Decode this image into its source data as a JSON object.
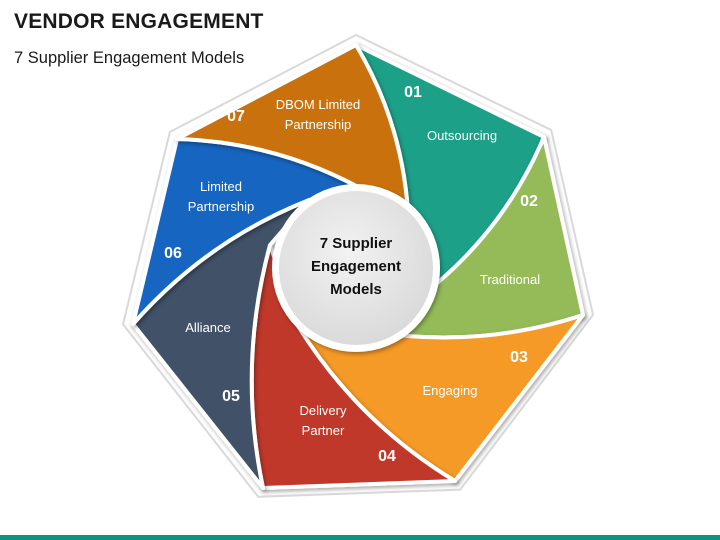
{
  "header": {
    "title": "VENDOR ENGAGEMENT",
    "subtitle": "7 Supplier Engagement Models"
  },
  "center": {
    "lines": [
      "7 Supplier",
      "Engagement",
      "Models"
    ]
  },
  "segments": [
    {
      "number": "01",
      "label_lines": [
        "Outsourcing"
      ],
      "color": "#1fa088"
    },
    {
      "number": "02",
      "label_lines": [
        "Traditional"
      ],
      "color": "#94bb59"
    },
    {
      "number": "03",
      "label_lines": [
        "Engaging"
      ],
      "color": "#f59a25"
    },
    {
      "number": "04",
      "label_lines": [
        "Delivery",
        "Partner"
      ],
      "color": "#c0392b"
    },
    {
      "number": "05",
      "label_lines": [
        "Alliance"
      ],
      "color": "#3f5168"
    },
    {
      "number": "06",
      "label_lines": [
        "Limited",
        "Partnership"
      ],
      "color": "#1565c0"
    },
    {
      "number": "07",
      "label_lines": [
        "DBOM Limited",
        "Partnership"
      ],
      "color": "#c9720e"
    }
  ],
  "colors": {
    "bottom_bar": "#10937d",
    "center_fill": "#e6e6e6",
    "outline": "#d9d9d9"
  }
}
